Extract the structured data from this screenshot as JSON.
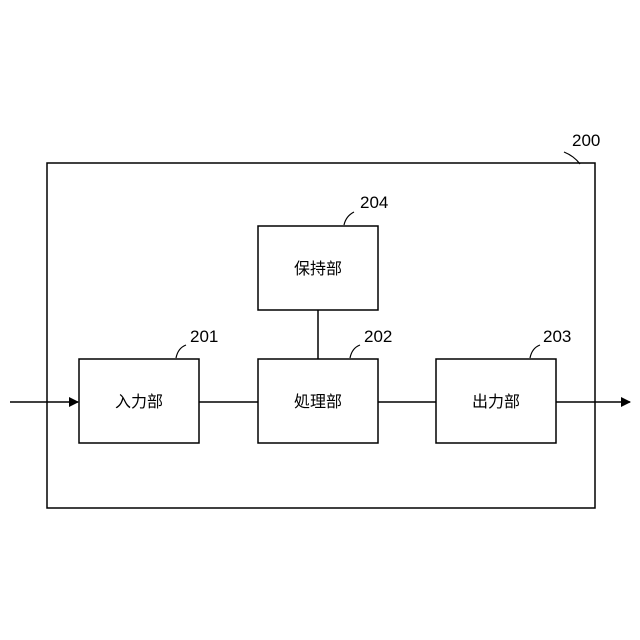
{
  "diagram": {
    "container": {
      "ref": "200"
    },
    "blocks": {
      "input": {
        "ref": "201",
        "label": "入力部"
      },
      "process": {
        "ref": "202",
        "label": "処理部"
      },
      "output": {
        "ref": "203",
        "label": "出力部"
      },
      "storage": {
        "ref": "204",
        "label": "保持部"
      }
    }
  }
}
